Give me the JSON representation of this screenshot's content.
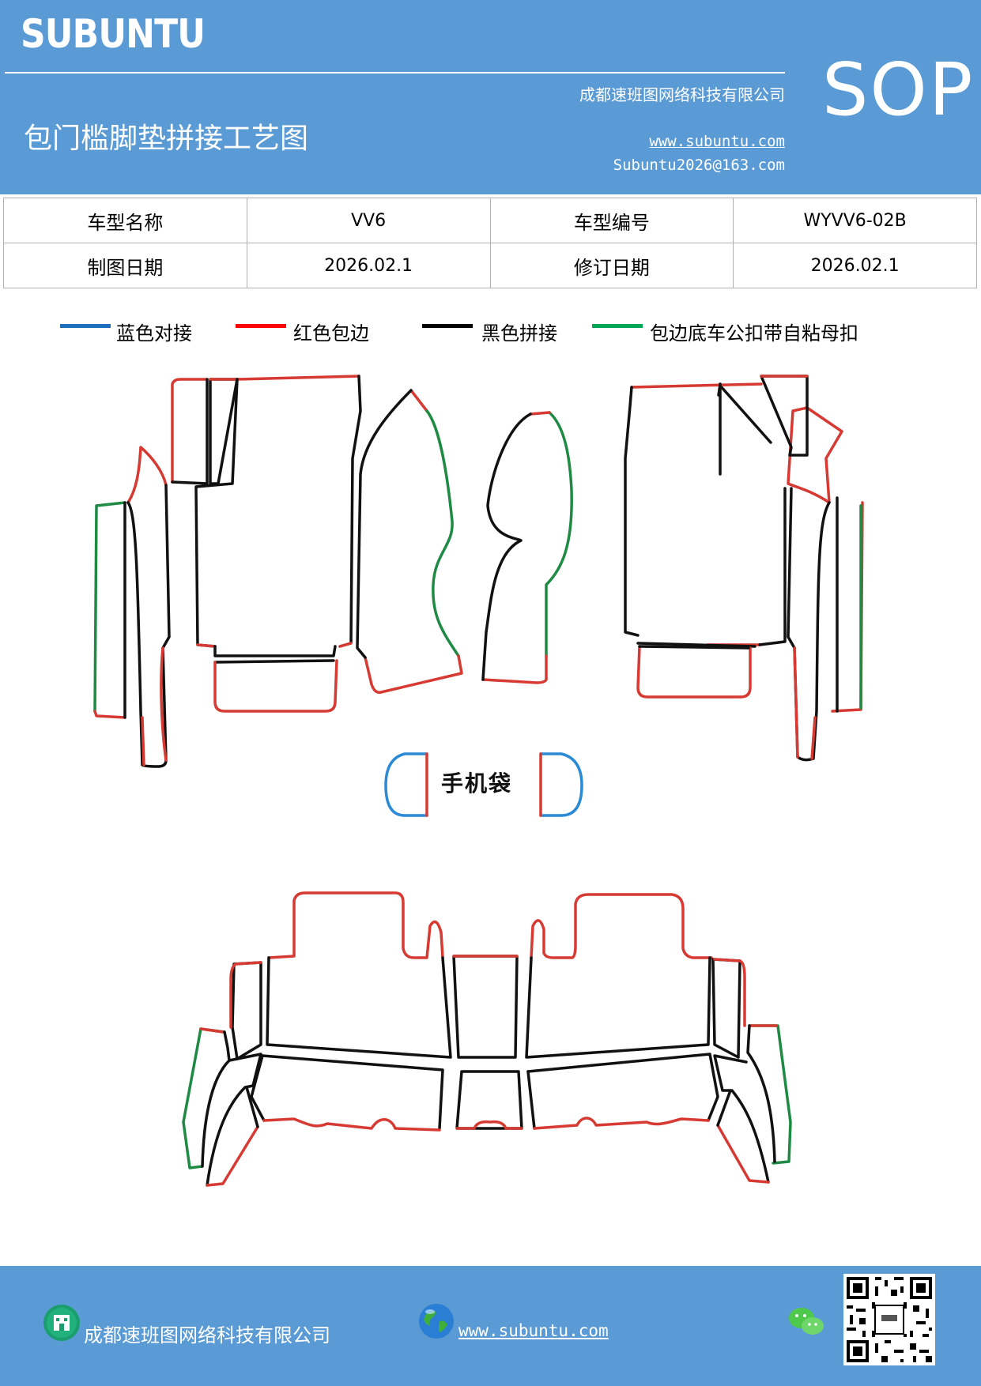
{
  "header": {
    "brand": "SUBUNTU",
    "badge": "SOP",
    "company": "成都速班图网络科技有限公司",
    "title": "包门槛脚垫拼接工艺图",
    "website": "www.subuntu.com",
    "email": "Subuntu2026@163.com"
  },
  "info_table": {
    "rows": [
      {
        "label1": "车型名称",
        "value1": "VV6",
        "label2": "车型编号",
        "value2": "WYVV6-02B"
      },
      {
        "label1": "制图日期",
        "value1": "2026.02.1",
        "label2": "修订日期",
        "value2": "2026.02.1"
      }
    ]
  },
  "legend": [
    {
      "color": "#1f6fbf",
      "label": "蓝色对接"
    },
    {
      "color": "#ff0000",
      "label": "红色包边"
    },
    {
      "color": "#000000",
      "label": "黑色拼接"
    },
    {
      "color": "#00a651",
      "label": "包边底车公扣带自粘母扣"
    }
  ],
  "diagram": {
    "phone_pocket_label": "手机袋"
  },
  "colors": {
    "header_bg": "#5b9bd5",
    "edge_red": "#d63a32",
    "edge_green": "#1e8a44",
    "edge_black": "#111111",
    "edge_blue": "#2b8ad6"
  },
  "footer": {
    "company": "成都速班图网络科技有限公司",
    "website": "www.subuntu.com",
    "company_icon": "building-icon",
    "web_icon": "globe-icon",
    "social_icon": "wechat-icon"
  }
}
